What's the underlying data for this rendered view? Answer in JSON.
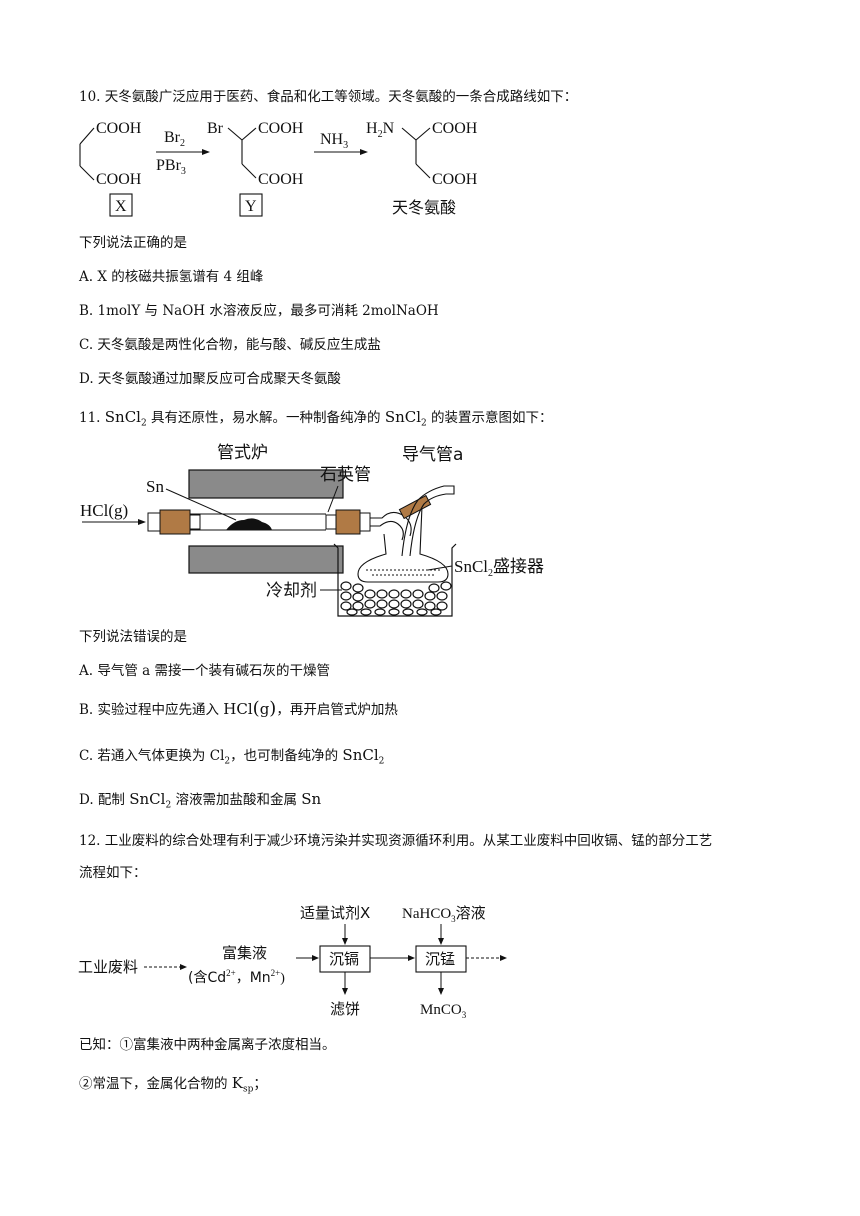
{
  "q10": {
    "stem": "10. 天冬氨酸广泛应用于医药、食品和化工等领域。天冬氨酸的一条合成路线如下：",
    "scheme": {
      "cooh": "COOH",
      "br": "Br",
      "h2n": "H",
      "h2n_2": "2",
      "h2n_n": "N",
      "reagent1_top": "Br",
      "reagent1_top_sub": "2",
      "reagent1_bottom": "PBr",
      "reagent1_bottom_sub": "3",
      "reagent2": "NH",
      "reagent2_sub": "3",
      "label_x": "X",
      "label_y": "Y",
      "label_product": "天冬氨酸"
    },
    "prompt": "下列说法正确的是",
    "options": [
      "A. X 的核磁共振氢谱有 4 组峰",
      "B.  1molY 与 NaOH 水溶液反应，最多可消耗 2molNaOH",
      "C.  天冬氨酸是两性化合物，能与酸、碱反应生成盐",
      "D.  天冬氨酸通过加聚反应可合成聚天冬氨酸"
    ]
  },
  "q11": {
    "stem_pre": "11.  ",
    "stem_a": "SnCl",
    "stem_a_sub": "2",
    "stem_mid": " 具有还原性，易水解。一种制备纯净的 ",
    "stem_b": "SnCl",
    "stem_b_sub": "2",
    "stem_post": " 的装置示意图如下：",
    "apparatus": {
      "furnace": "管式炉",
      "sn": "Sn",
      "quartz": "石英管",
      "tube_a": "导气管a",
      "hcl": "HCl(g)",
      "receiver": "SnCl",
      "receiver_sub": "2",
      "receiver_post": "盛接器",
      "coolant": "冷却剂"
    },
    "prompt": "下列说法错误的是",
    "optA": "A.  导气管 a 需接一个装有碱石灰的干燥管",
    "optB_pre": "B.  实验过程中应先通入 ",
    "optB_hcl": "HCl",
    "optB_g": "g",
    "optB_post": "，再开启管式炉加热",
    "optC_pre": "C.  若通入气体更换为 ",
    "optC_cl": "Cl",
    "optC_cl_sub": "2",
    "optC_mid": "，也可制备纯净的 ",
    "optC_sn": "SnCl",
    "optC_sn_sub": "2",
    "optD_pre": "D.  配制 ",
    "optD_sn": "SnCl",
    "optD_sn_sub": "2",
    "optD_mid": " 溶液需加盐酸和金属 ",
    "optD_metal": "Sn"
  },
  "q12": {
    "stem_line1": "12.  工业废料的综合处理有利于减少环境污染并实现资源循环利用。从某工业废料中回收镉、锰的部分工艺",
    "stem_line2": "流程如下：",
    "flow": {
      "waste": "工业废料",
      "rich": "富集液",
      "rich_ions_pre": "(含Cd",
      "cd_charge": "2+",
      "rich_ions_mid": "，Mn",
      "mn_charge": "2+",
      "rich_ions_post": ")",
      "reagent_x": "适量试剂X",
      "reagent_2": "NaHCO",
      "reagent_2_sub": "3",
      "reagent_2_post": "溶液",
      "step1": "沉镉",
      "step2": "沉锰",
      "out1": "滤饼",
      "out2": "MnCO",
      "out2_sub": "3"
    },
    "known1": "已知：①富集液中两种金属离子浓度相当。",
    "known2_pre": "②常温下，金属化合物的 ",
    "known2_k": "K",
    "known2_sub": "sp",
    "known2_post": "；"
  }
}
